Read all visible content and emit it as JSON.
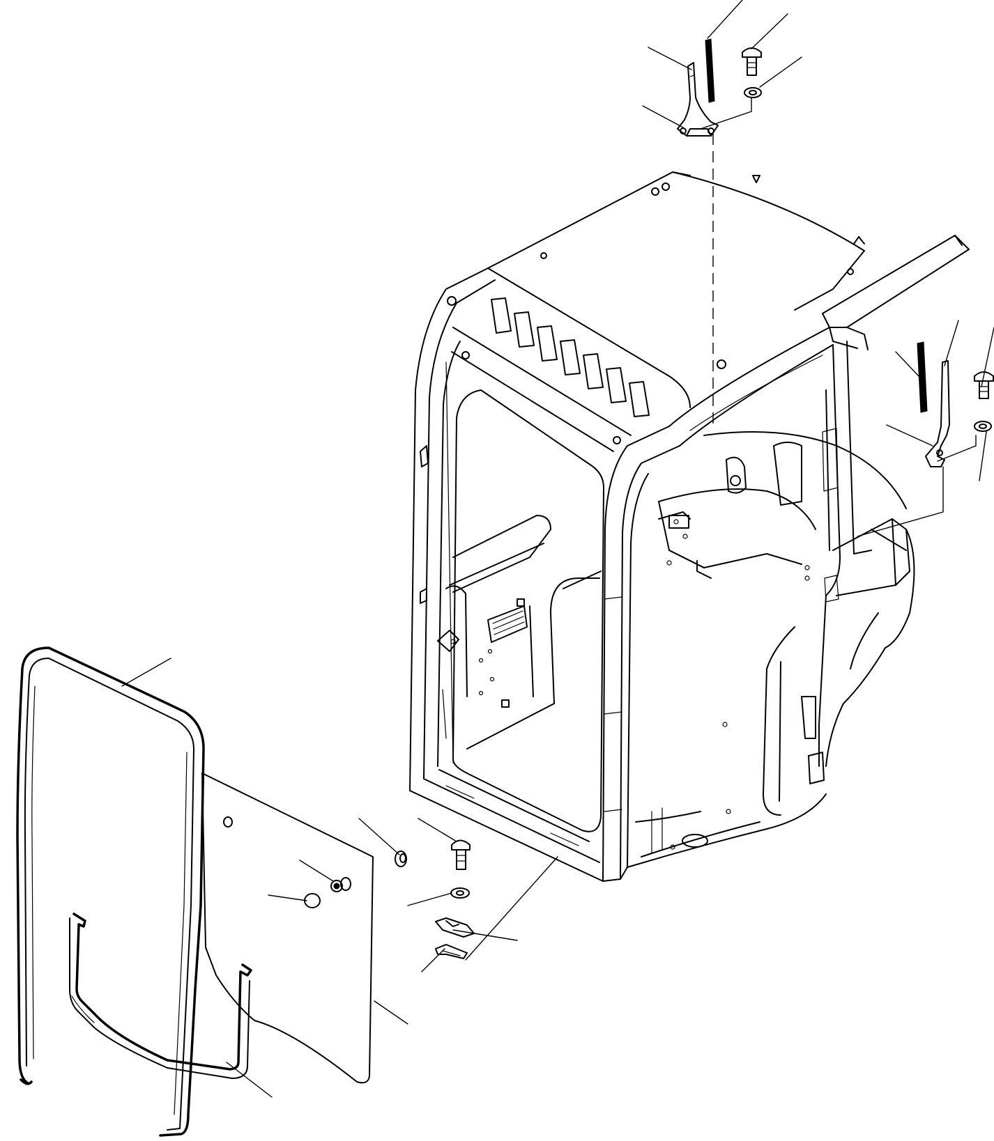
{
  "diagram": {
    "parts": [
      {
        "name": "cab-frame"
      },
      {
        "name": "roof-panel"
      },
      {
        "name": "front-window-frame"
      },
      {
        "name": "rear-stay-bracket"
      },
      {
        "name": "door-stay-bracket"
      },
      {
        "name": "rubber-strip"
      },
      {
        "name": "bolt"
      },
      {
        "name": "washer"
      },
      {
        "name": "side-window-glass"
      },
      {
        "name": "window-seal"
      },
      {
        "name": "glass-slide-channel"
      },
      {
        "name": "plug"
      },
      {
        "name": "catch"
      },
      {
        "name": "latch-plate"
      },
      {
        "name": "spacer"
      }
    ],
    "colors": {
      "line": "#000000",
      "background": "#ffffff"
    }
  }
}
